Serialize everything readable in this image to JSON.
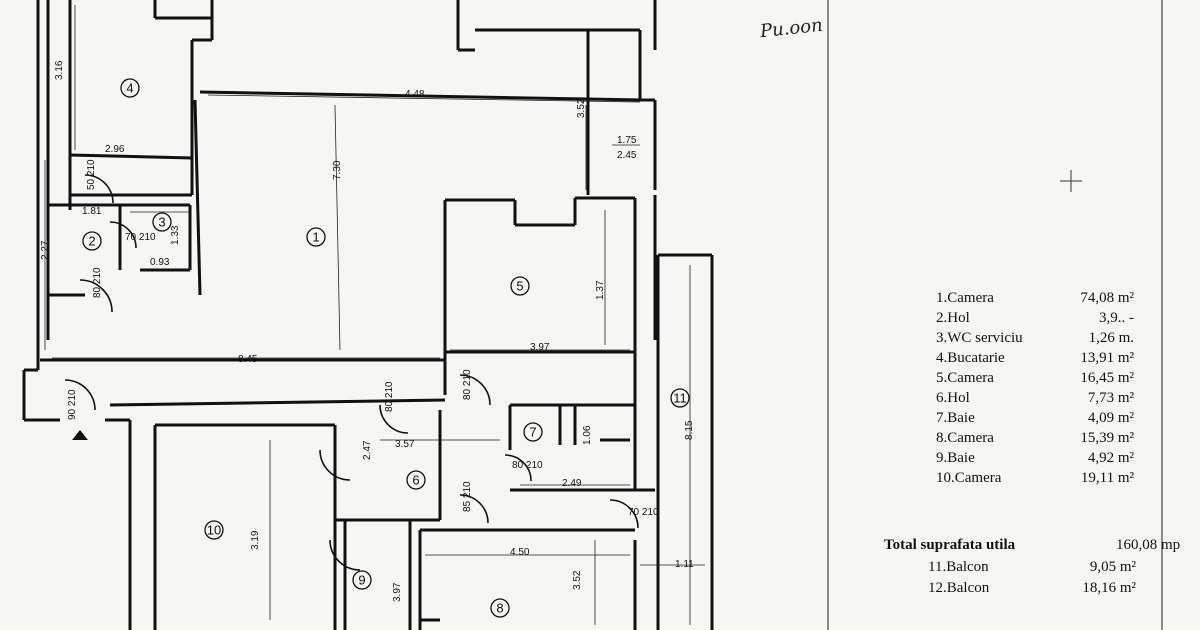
{
  "handnote": "Pu.oon",
  "rooms": [
    {
      "label": "1.Camera",
      "area": "74,08 m²"
    },
    {
      "label": "2.Hol",
      "area": "3,9.. -"
    },
    {
      "label": "3.WC serviciu",
      "area": "1,26 m."
    },
    {
      "label": "4.Bucatarie",
      "area": "13,91 m²"
    },
    {
      "label": "5.Camera",
      "area": "16,45 m²"
    },
    {
      "label": "6.Hol",
      "area": "7,73 m²"
    },
    {
      "label": "7.Baie",
      "area": "4,09 m²"
    },
    {
      "label": "8.Camera",
      "area": "15,39 m²"
    },
    {
      "label": "9.Baie",
      "area": "4,92 m²"
    },
    {
      "label": "10.Camera",
      "area": "19,11 m²"
    }
  ],
  "total": {
    "label": "Total suprafata utila",
    "value": "160,08 mp"
  },
  "balconies": [
    {
      "label": "11.Balcon",
      "area": "9,05 m²"
    },
    {
      "label": "12.Balcon",
      "area": "18,16 m²"
    }
  ],
  "plan": {
    "room_markers": [
      "1",
      "2",
      "3",
      "4",
      "5",
      "6",
      "7",
      "8",
      "9",
      "10",
      "11"
    ],
    "dimensions": [
      "3.16",
      "4.48",
      "2.96",
      "7.30",
      "3.52",
      "1.75",
      "2.45",
      "2.27",
      "1.81",
      "1.33",
      "0.93",
      "8.45",
      "3.97",
      "1.37",
      "8.15",
      "2.47",
      "3.57",
      "2.49",
      "1.06",
      "4.50",
      "3.52",
      "3.97",
      "1.11",
      "3.19"
    ],
    "door_labels": [
      "50 210",
      "70 210",
      "80 210",
      "90 210",
      "80 210",
      "80 210",
      "80 210",
      "85 210",
      "70 210"
    ]
  }
}
